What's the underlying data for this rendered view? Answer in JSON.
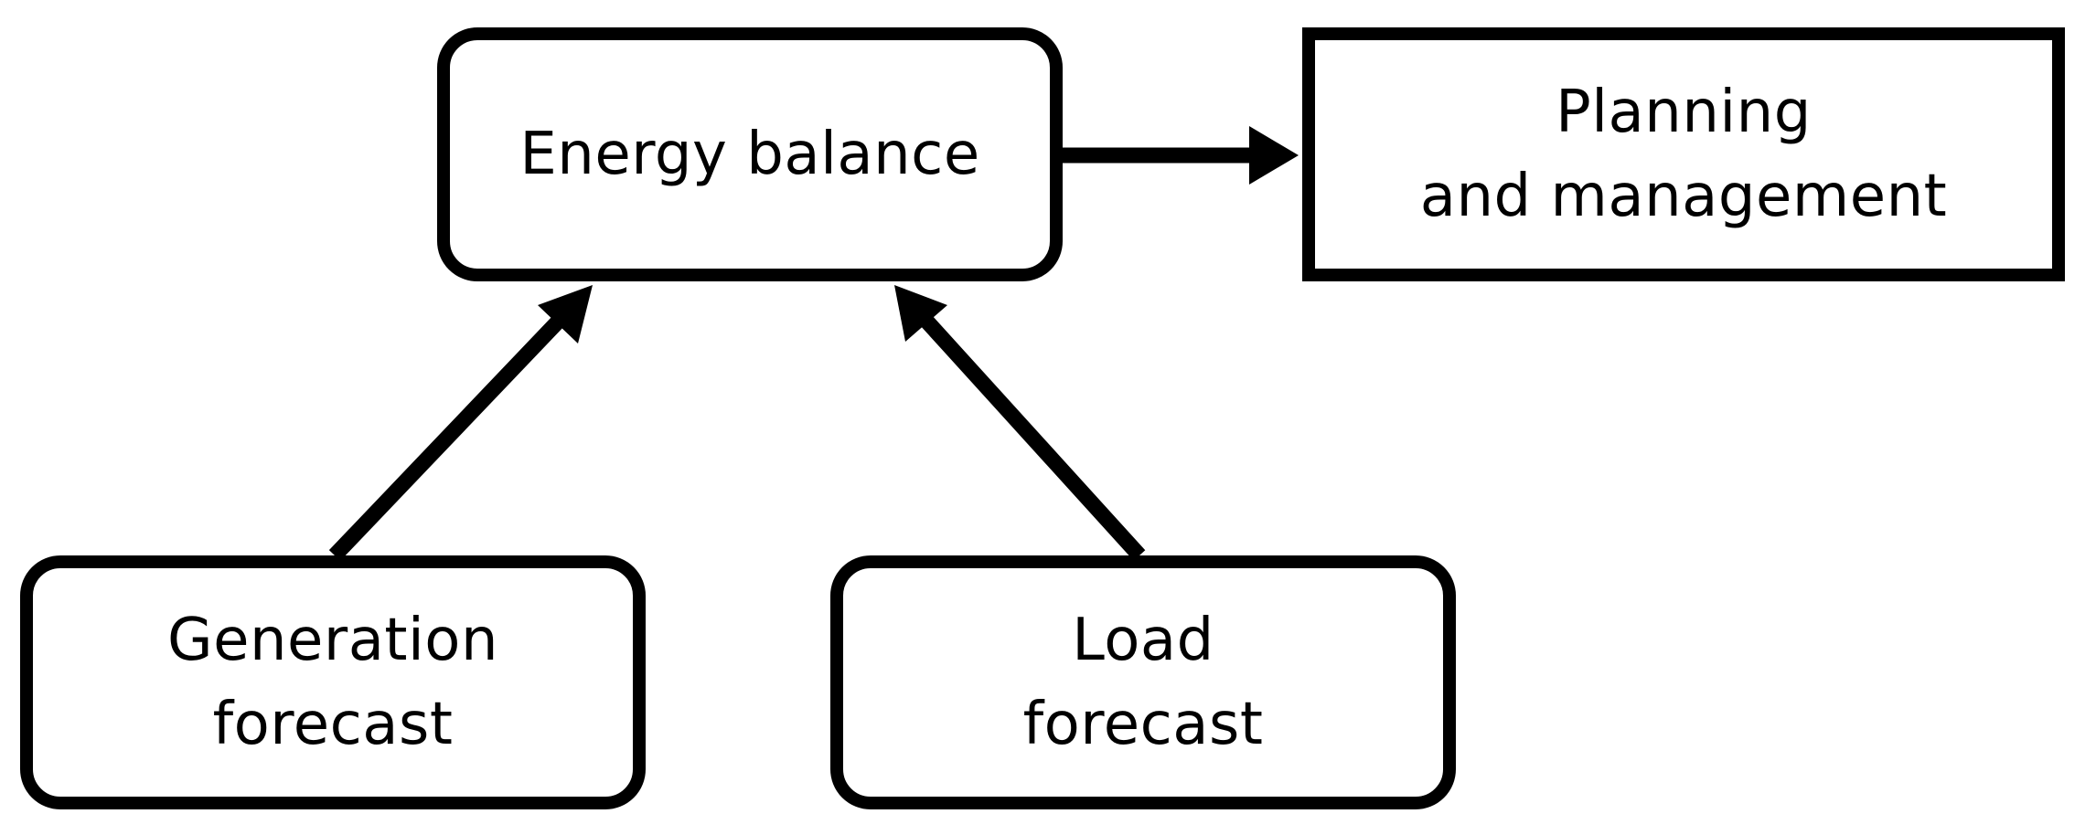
{
  "nodes": {
    "energy_balance": {
      "line1": "Energy balance"
    },
    "planning": {
      "line1": "Planning",
      "line2": "and management"
    },
    "generation": {
      "line1": "Generation",
      "line2": "forecast"
    },
    "load": {
      "line1": "Load",
      "line2": "forecast"
    }
  },
  "colors": {
    "stroke": "#000000",
    "fill": "#ffffff"
  }
}
